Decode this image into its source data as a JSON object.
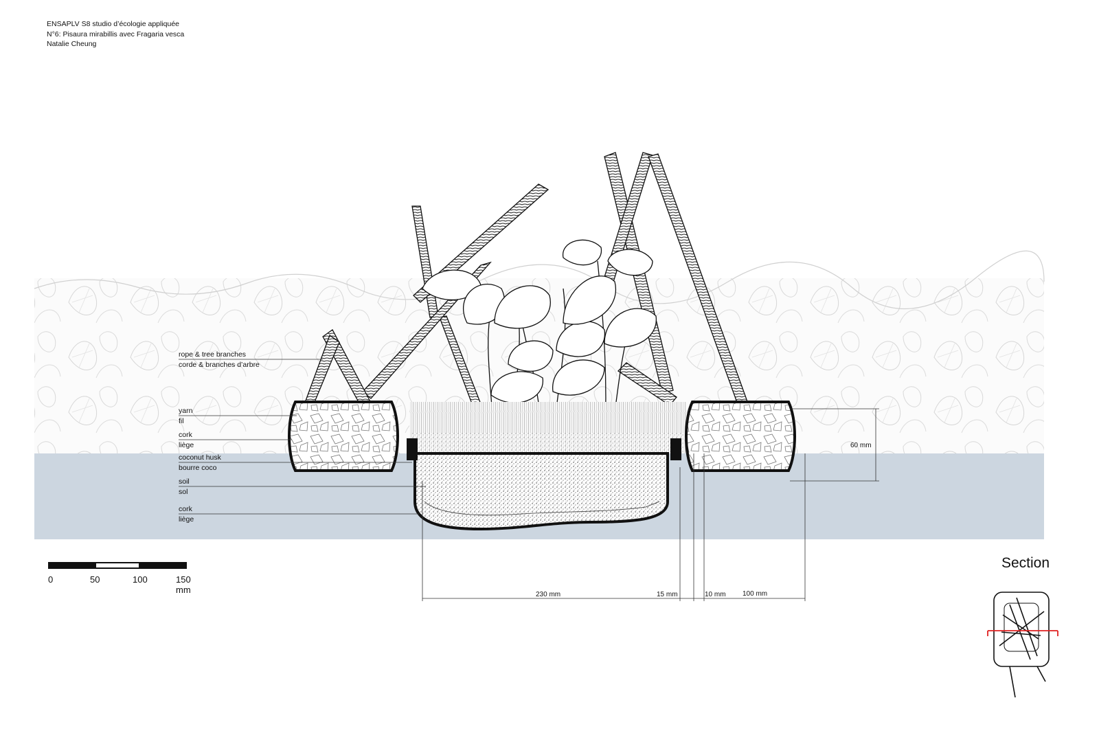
{
  "header": {
    "line1": "ENSAPLV S8 studio d’écologie appliquée",
    "line2": "N°6: Pisaura mirabillis avec Fragaria vesca",
    "line3": "Natalie Cheung"
  },
  "labels": [
    {
      "en": "rope & tree branches",
      "fr": "corde & branches d’arbre"
    },
    {
      "en": "yarn",
      "fr": "fil"
    },
    {
      "en": "cork",
      "fr": "liège"
    },
    {
      "en": "coconut husk",
      "fr": "bourre coco"
    },
    {
      "en": "soil",
      "fr": "sol"
    },
    {
      "en": "cork",
      "fr": "liège"
    }
  ],
  "dimensions": {
    "height": "60 mm",
    "d1": "230 mm",
    "d2": "15 mm",
    "d3": "10 mm",
    "d4": "100 mm"
  },
  "scale_bar": {
    "ticks": [
      "0",
      "50",
      "100",
      "150 mm"
    ]
  },
  "section_title": "Section",
  "colors": {
    "water": "#ccd6e0",
    "ink": "#111111",
    "foliage": "#d8d8d8",
    "section_line": "#e02020"
  }
}
